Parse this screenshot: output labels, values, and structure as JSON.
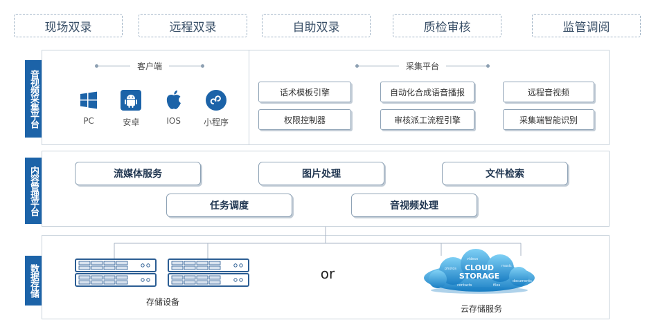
{
  "scenarios": [
    "现场双录",
    "远程双录",
    "自助双录",
    "质检审核",
    "监管调阅"
  ],
  "layers": {
    "capture": {
      "label": "音视频采集平台",
      "client_title": "客户端",
      "clients": [
        {
          "label": "PC",
          "icon": "windows-icon"
        },
        {
          "label": "安卓",
          "icon": "android-icon"
        },
        {
          "label": "IOS",
          "icon": "apple-icon"
        },
        {
          "label": "小程序",
          "icon": "mini-program-icon"
        }
      ],
      "platform_title": "采集平台",
      "platform_items": [
        "话术模板引擎",
        "自动化合成语音播报",
        "远程音视频",
        "权限控制器",
        "审核派工流程引擎",
        "采集端智能识别"
      ]
    },
    "content": {
      "label": "内容管理平台",
      "services": [
        "流媒体服务",
        "图片处理",
        "文件检索",
        "任务调度",
        "音视频处理"
      ]
    },
    "storage": {
      "label": "数据存储",
      "device_label": "存储设备",
      "or_text": "or",
      "cloud_label": "云存储服务",
      "cloud_text_1": "CLOUD",
      "cloud_text_2": "STORAGE",
      "cloud_words": [
        "videos",
        "music",
        "photos",
        "documents",
        "contacts",
        "files"
      ]
    }
  },
  "colors": {
    "accent": "#1c63a8",
    "border": "#c9d3dc",
    "cloud": "#3aa0dc"
  }
}
